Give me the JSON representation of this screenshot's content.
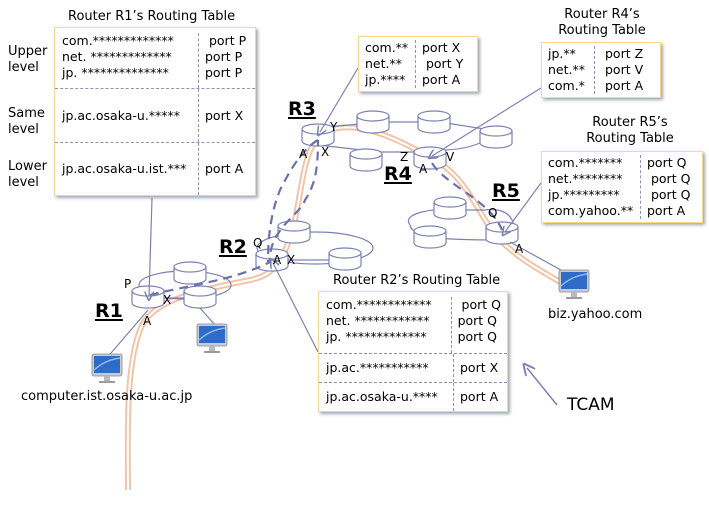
{
  "r1_table": {
    "title": "Router R1’s Routing Table",
    "levels": [
      "Upper\nlevel",
      "Same\nlevel",
      "Lower\nlevel"
    ],
    "rows": [
      {
        "prefixes": "com.*************\nnet. *************\njp. **************",
        "ports": " port P\nport P\nport P"
      },
      {
        "prefixes": "jp.ac.osaka-u.*****",
        "ports": "port X"
      },
      {
        "prefixes": "jp.ac.osaka-u.ist.***",
        "ports": "port A"
      }
    ]
  },
  "r3_table": {
    "rows": [
      {
        "prefixes": "com.**\nnet.**\njp.****",
        "ports": "port X\n port Y\nport A"
      }
    ]
  },
  "r4_table": {
    "title": "Router R4’s\nRouting Table",
    "rows": [
      {
        "prefixes": "jp.**\nnet.**\ncom.*",
        "ports": "port Z\nport V\nport A"
      }
    ]
  },
  "r5_table": {
    "title": "Router R5’s\nRouting Table",
    "rows": [
      {
        "prefixes": "com.*******\nnet.********\njp.*********\ncom.yahoo.**",
        "ports": "port Q\n port Q\n port Q\nport A"
      }
    ]
  },
  "r2_table": {
    "title": "Router R2’s Routing Table",
    "rows": [
      {
        "prefixes": "com.************\nnet. ************\njp. *************",
        "ports": " port Q\nport Q\nport Q"
      },
      {
        "prefixes": "jp.ac.***********",
        "ports": "port X"
      },
      {
        "prefixes": "jp.ac.osaka-u.****",
        "ports": "port A"
      }
    ]
  },
  "routers": {
    "r1": {
      "name": "R1",
      "ports": {
        "p": "P",
        "x": "X",
        "a": "A"
      }
    },
    "r2": {
      "name": "R2",
      "ports": {
        "q": "Q",
        "a": "A",
        "x": "X"
      }
    },
    "r3": {
      "name": "R3",
      "ports": {
        "y": "Y",
        "a": "A",
        "x": "X"
      }
    },
    "r4": {
      "name": "R4",
      "ports": {
        "z": "Z",
        "a": "A",
        "v": "V"
      }
    },
    "r5": {
      "name": "R5",
      "ports": {
        "q": "Q",
        "a": "A"
      }
    }
  },
  "hosts": {
    "source": "computer.ist.osaka-u.ac.jp",
    "destination": "biz.yahoo.com"
  },
  "tcam_label": "TCAM",
  "colors": {
    "table_border": "#f3d98c",
    "link": "#7b82b3",
    "dashed_route": "#6a72a8",
    "path_highlight": "#f2c4a8"
  }
}
